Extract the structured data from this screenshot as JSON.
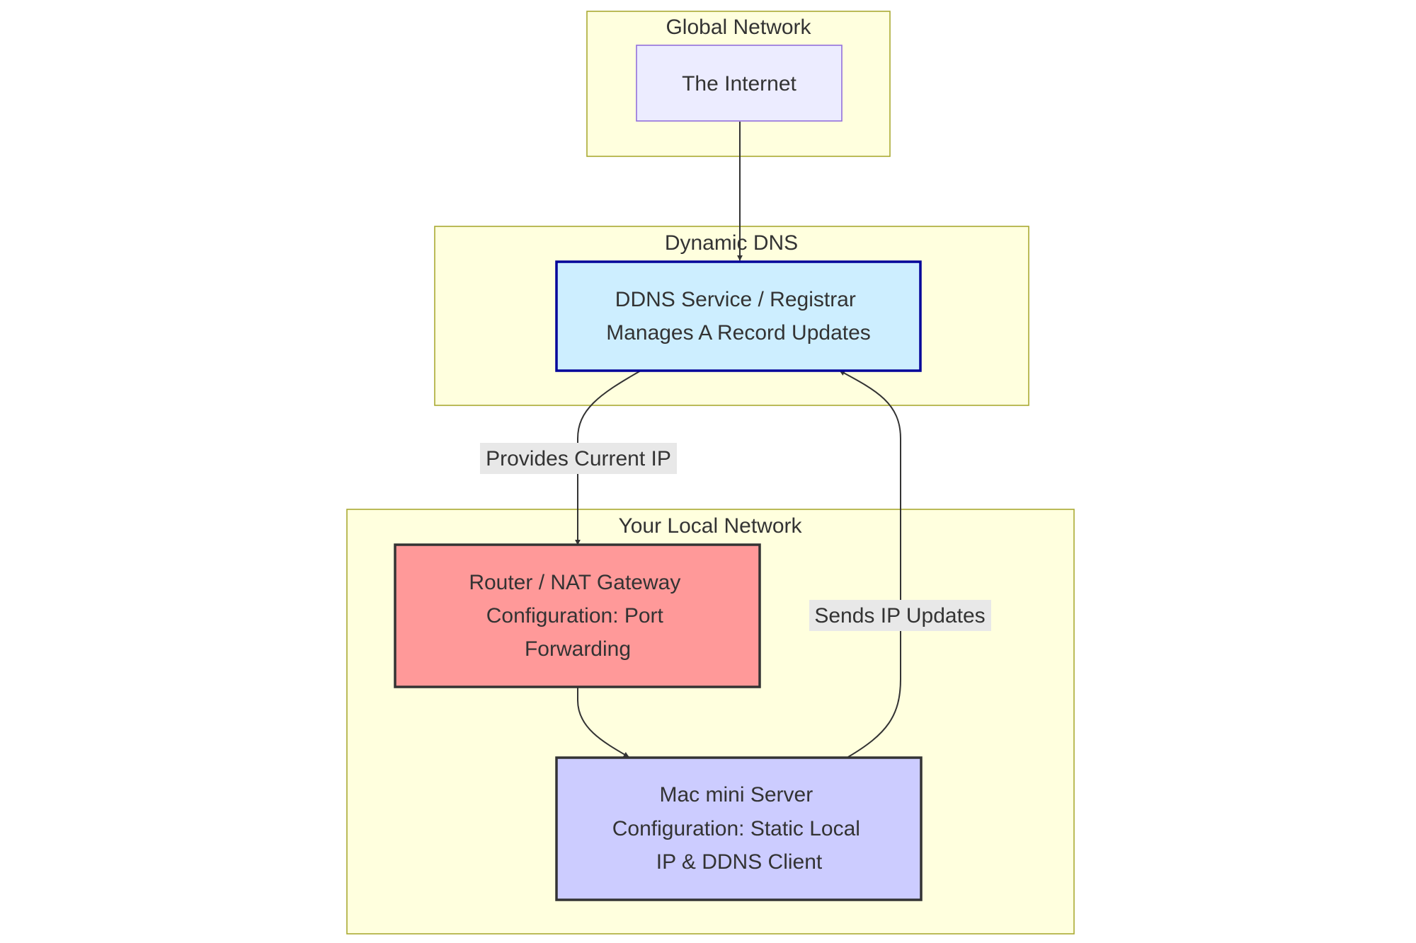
{
  "clusters": {
    "global": {
      "label": "Global Network"
    },
    "dynamic": {
      "label": "Dynamic DNS"
    },
    "local": {
      "label": "Your Local Network"
    }
  },
  "nodes": {
    "internet": {
      "lines": [
        "The Internet"
      ],
      "fill": "#ececff",
      "stroke": "#9370db"
    },
    "ddns": {
      "lines": [
        "DDNS Service / Registrar",
        "Manages A Record Updates"
      ],
      "fill": "#cdeeff",
      "stroke": "#000099"
    },
    "router": {
      "lines": [
        "Router / NAT Gateway",
        "Configuration: Port",
        "Forwarding"
      ],
      "fill": "#ff9999",
      "stroke": "#333333"
    },
    "mac": {
      "lines": [
        "Mac mini Server",
        "Configuration: Static Local",
        "IP & DDNS Client"
      ],
      "fill": "#ccccff",
      "stroke": "#333333"
    }
  },
  "edges": {
    "internet_to_ddns": {
      "label": ""
    },
    "ddns_to_router": {
      "label": "Provides Current IP"
    },
    "router_to_mac": {
      "label": ""
    },
    "mac_to_ddns": {
      "label": "Sends IP Updates"
    }
  }
}
